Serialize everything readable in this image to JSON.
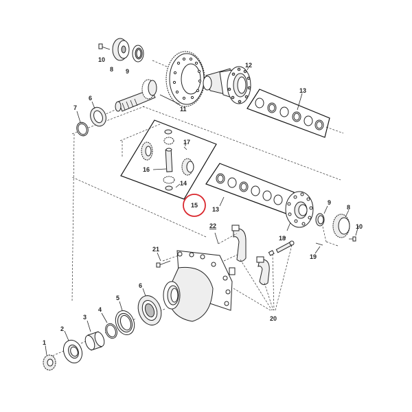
{
  "diagram": {
    "type": "exploded-parts-diagram",
    "subject": "differential / axle assembly",
    "highlight": {
      "label": "15",
      "color": "#d9262c",
      "shape": "circle"
    },
    "callouts": [
      {
        "id": "c1",
        "label": "1",
        "part": "nut"
      },
      {
        "id": "c2",
        "label": "2",
        "part": "flange-washer"
      },
      {
        "id": "c3",
        "label": "3",
        "part": "spacer-sleeve"
      },
      {
        "id": "c4",
        "label": "4",
        "part": "snap-ring"
      },
      {
        "id": "c5",
        "label": "5",
        "part": "seal"
      },
      {
        "id": "c6a",
        "label": "6",
        "part": "bearing"
      },
      {
        "id": "c6b",
        "label": "6",
        "part": "bearing"
      },
      {
        "id": "c7",
        "label": "7",
        "part": "ring"
      },
      {
        "id": "c8a",
        "label": "8",
        "part": "bearing"
      },
      {
        "id": "c8b",
        "label": "8",
        "part": "bearing"
      },
      {
        "id": "c9a",
        "label": "9",
        "part": "bearing-cup"
      },
      {
        "id": "c9b",
        "label": "9",
        "part": "bearing-cup"
      },
      {
        "id": "c10a",
        "label": "10",
        "part": "bolt"
      },
      {
        "id": "c10b",
        "label": "10",
        "part": "bolt"
      },
      {
        "id": "c11",
        "label": "11",
        "part": "ring-and-pinion-gear"
      },
      {
        "id": "c12",
        "label": "12",
        "part": "differential-case"
      },
      {
        "id": "c13a",
        "label": "13",
        "part": "clutch-disc-kit"
      },
      {
        "id": "c13b",
        "label": "13",
        "part": "clutch-disc-kit"
      },
      {
        "id": "c14",
        "label": "14",
        "part": "pinion-gear"
      },
      {
        "id": "c15",
        "label": "15",
        "part": "spider-gear-kit"
      },
      {
        "id": "c16",
        "label": "16",
        "part": "cross-shaft"
      },
      {
        "id": "c17",
        "label": "17",
        "part": "pin"
      },
      {
        "id": "c18",
        "label": "18",
        "part": "case-half"
      },
      {
        "id": "c19a",
        "label": "19",
        "part": "bolt"
      },
      {
        "id": "c19b",
        "label": "19",
        "part": "bolt"
      },
      {
        "id": "c20",
        "label": "20",
        "part": "bearing-cap-kit"
      },
      {
        "id": "c21",
        "label": "21",
        "part": "bolt"
      },
      {
        "id": "c22",
        "label": "22",
        "part": "housing"
      }
    ]
  }
}
